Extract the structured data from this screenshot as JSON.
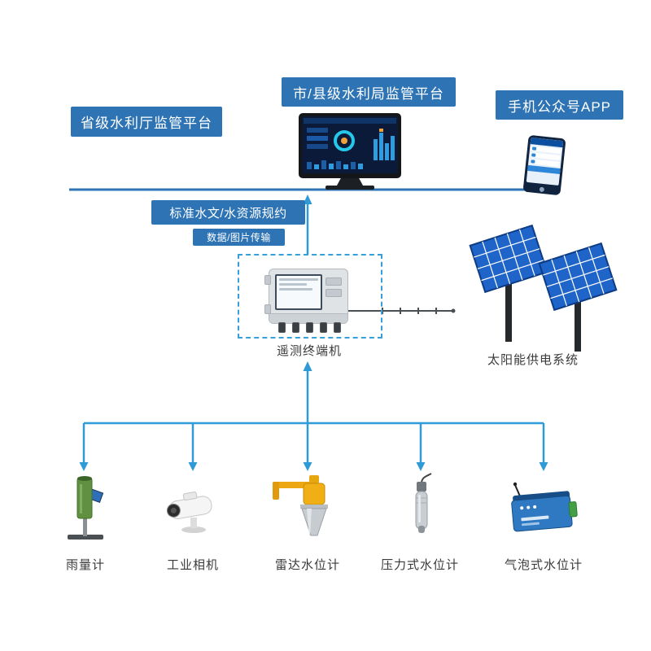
{
  "colors": {
    "box_blue": "#2e74b5",
    "line_blue": "#2e9ad6",
    "top_bus_blue": "#2e74b5",
    "solar_panel_blue": "#1f64c8"
  },
  "platforms": {
    "provincial": "省级水利厅监管平台",
    "city": "市/县级水利局监管平台",
    "app": "手机公众号APP"
  },
  "links": {
    "protocol": "标准水文/水资源规约",
    "transmission": "数据/图片传输"
  },
  "terminal": {
    "label": "遥测终端机"
  },
  "solar": {
    "label": "太阳能供电系统"
  },
  "sensors": [
    {
      "id": "rain-gauge",
      "label": "雨量计"
    },
    {
      "id": "industrial-camera",
      "label": "工业相机"
    },
    {
      "id": "radar-level-gauge",
      "label": "雷达水位计"
    },
    {
      "id": "pressure-level-gauge",
      "label": "压力式水位计"
    },
    {
      "id": "bubble-level-gauge",
      "label": "气泡式水位计"
    }
  ]
}
